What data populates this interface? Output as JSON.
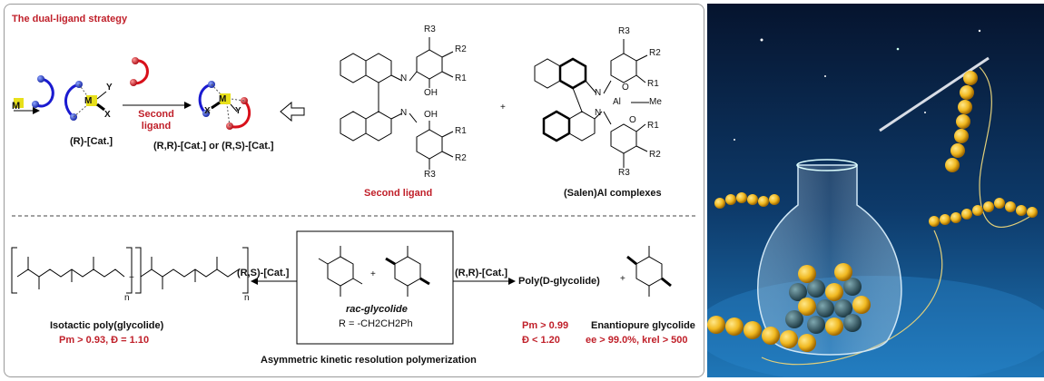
{
  "title": "The dual-ligand strategy",
  "top": {
    "metal": "M",
    "complex1_metal": "M",
    "complex1_Y": "Y",
    "complex1_X": "X",
    "complex1_label": "(R)-[Cat.]",
    "second_ligand_arrow": "Second ligand",
    "complex2_metal": "M",
    "complex2_X": "X",
    "complex2_Y": "Y",
    "complex2_label": "(R,R)-[Cat.] or (R,S)-[Cat.]",
    "ligand_caption": "Second ligand",
    "salen_caption": "(Salen)Al complexes",
    "plus": "+",
    "ligand_groups": {
      "r3_top": "R3",
      "r2_top": "R2",
      "r1_top": "R1",
      "oh_top": "OH",
      "oh_bottom": "OH",
      "r1_bottom": "R1",
      "r2_bottom": "R2",
      "r3_bottom": "R3",
      "n": "N"
    },
    "salen_groups": {
      "al": "Al",
      "me": "Me",
      "o": "O",
      "n": "N"
    }
  },
  "bottom": {
    "isotactic_caption": "Isotactic poly(glycolide)",
    "isotactic_stats": "Pm > 0.93, Đ = 1.10",
    "rs_cat_label": "(R,S)-[Cat.]",
    "rac_label": "rac-glycolide",
    "rac_r_def": "R = -CH2CH2Ph",
    "rr_cat_label": "(R,R)-[Cat.]",
    "poly_d": "Poly(D-glycolide)",
    "poly_stats_pm": "Pm > 0.99",
    "poly_stats_d": "Đ < 1.20",
    "enantiopure_caption": "Enantiopure glycolide",
    "enantiopure_stats": "ee > 99.0%, krel > 500",
    "footer": "Asymmetric kinetic resolution polymerization",
    "n": "n",
    "plus": "+"
  },
  "colors": {
    "accent_red": "#c0202a",
    "ligand_blue": "#1a1ad0",
    "ligand_red": "#d8101a",
    "metal_yellow": "#e8e01a"
  }
}
